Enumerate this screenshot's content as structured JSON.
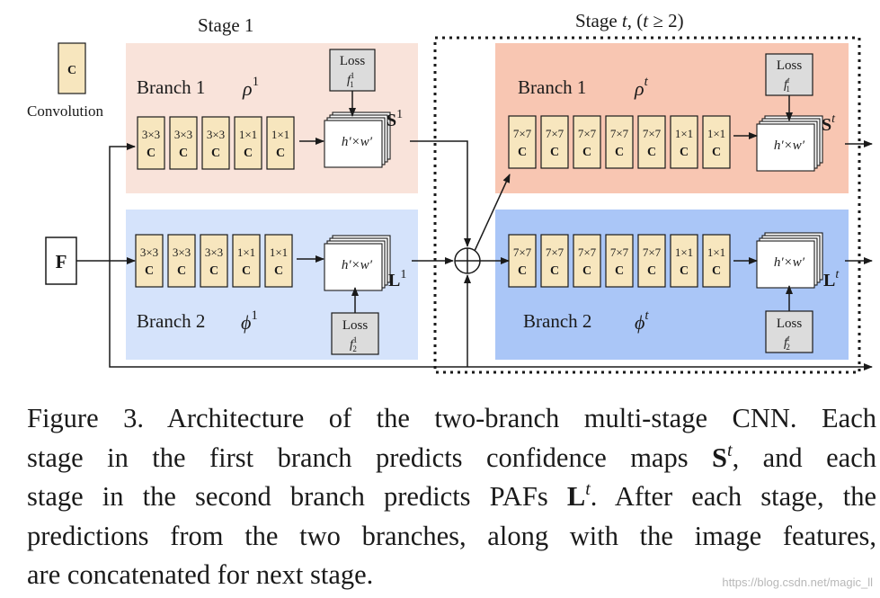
{
  "legend": {
    "symbol": "C",
    "label": "Convolution"
  },
  "input": {
    "label": "F"
  },
  "stage1": {
    "title": "Stage 1",
    "branch1": {
      "label": "Branch 1",
      "symbol": "ρ",
      "sup": "1",
      "output": "S",
      "output_sup": "1",
      "loss": "Loss",
      "loss_fn": "f",
      "loss_sup": "1",
      "loss_sub": "1"
    },
    "branch2": {
      "label": "Branch 2",
      "symbol": "ϕ",
      "sup": "1",
      "output": "L",
      "output_sup": "1",
      "loss": "Loss",
      "loss_fn": "f",
      "loss_sup": "1",
      "loss_sub": "2"
    },
    "convs": [
      "3×3",
      "3×3",
      "3×3",
      "1×1",
      "1×1"
    ]
  },
  "staget": {
    "title": "Stage t, (t ≥ 2)",
    "branch1": {
      "label": "Branch 1",
      "symbol": "ρ",
      "sup": "t",
      "output": "S",
      "output_sup": "t",
      "loss": "Loss",
      "loss_fn": "f",
      "loss_sup": "t",
      "loss_sub": "1"
    },
    "branch2": {
      "label": "Branch 2",
      "symbol": "ϕ",
      "sup": "t",
      "output": "L",
      "output_sup": "t",
      "loss": "Loss",
      "loss_fn": "f",
      "loss_sup": "t",
      "loss_sub": "2"
    },
    "convs": [
      "7×7",
      "7×7",
      "7×7",
      "7×7",
      "7×7",
      "1×1",
      "1×1"
    ]
  },
  "conv_letter": "C",
  "output_map": "h′×w′",
  "caption": {
    "line1": "Figure 3. Architecture of the two-branch multi-stage CNN. Each",
    "line2a": "stage in the first branch predicts confidence maps ",
    "line2b": "S",
    "line2c": "t",
    "line2d": ", and each",
    "line3a": "stage in the second branch predicts PAFs ",
    "line3b": "L",
    "line3c": "t",
    "line3d": ". After each stage, the",
    "line4": "predictions from the two branches, along with the image features,",
    "line5": "are concatenated for next stage."
  },
  "watermark": "https://blog.csdn.net/magic_ll",
  "colors": {
    "stage1_branch1_bg": "#f9e3da",
    "stage1_branch2_bg": "#d5e3fb",
    "staget_branch1_bg": "#f8c6b2",
    "staget_branch2_bg": "#aac6f7",
    "conv_fill": "#f7e6be",
    "loss_fill": "#dcdcdc"
  }
}
